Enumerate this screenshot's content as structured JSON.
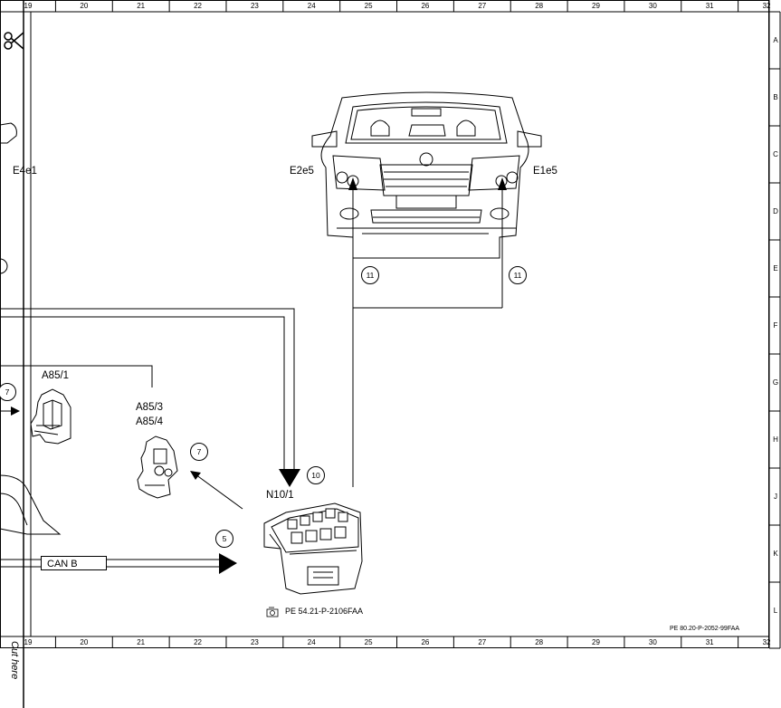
{
  "ruler": {
    "columns": [
      "19",
      "20",
      "21",
      "22",
      "23",
      "24",
      "25",
      "26",
      "27",
      "28",
      "29",
      "30",
      "31",
      "32"
    ],
    "rows": [
      "A",
      "B",
      "C",
      "D",
      "E",
      "F",
      "G",
      "H",
      "J",
      "K",
      "L"
    ]
  },
  "labels": {
    "e4e1": "E4e1",
    "e2e5": "E2e5",
    "e1e5": "E1e5",
    "a85_1": "A85/1",
    "a85_3": "A85/3",
    "a85_4": "A85/4",
    "n10_1": "N10/1",
    "can_b": "CAN B",
    "pe_ref": "PE 54.21-P-2106FAA",
    "doc_ref": "PE 80.20-P-2052-99FAA",
    "cut_here": "Cut here"
  },
  "callouts": {
    "c11_left": "11",
    "c11_right": "11",
    "c7_left": "7",
    "c7_mid": "7",
    "c10": "10",
    "c5": "5"
  },
  "icons": [
    "scissors-icon",
    "camera-icon",
    "car-front-view",
    "module-a85-1",
    "module-a85-3",
    "sam-module-n10-1"
  ]
}
